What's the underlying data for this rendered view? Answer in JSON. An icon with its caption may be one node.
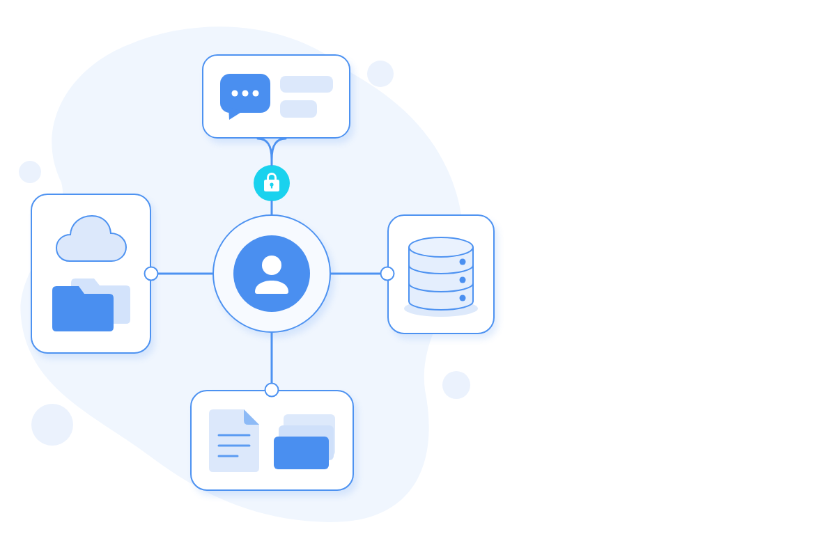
{
  "diagram": {
    "nodes": [
      {
        "text": [],
        "shape": "box"
      },
      {
        "text": [],
        "shape": "circle"
      },
      {
        "text": [],
        "shape": "box"
      },
      {
        "text": [],
        "shape": "circle"
      },
      {
        "text": [],
        "shape": "box"
      },
      {
        "text": [],
        "shape": "box"
      }
    ],
    "edges": [
      {
        "from": 3,
        "to": 1,
        "arrow": "none"
      },
      {
        "from": 1,
        "to": 0,
        "arrow": "none"
      },
      {
        "from": 3,
        "to": 2,
        "arrow": "other"
      },
      {
        "from": 3,
        "to": 4,
        "arrow": "other"
      },
      {
        "from": 3,
        "to": 5,
        "arrow": "other"
      }
    ]
  }
}
